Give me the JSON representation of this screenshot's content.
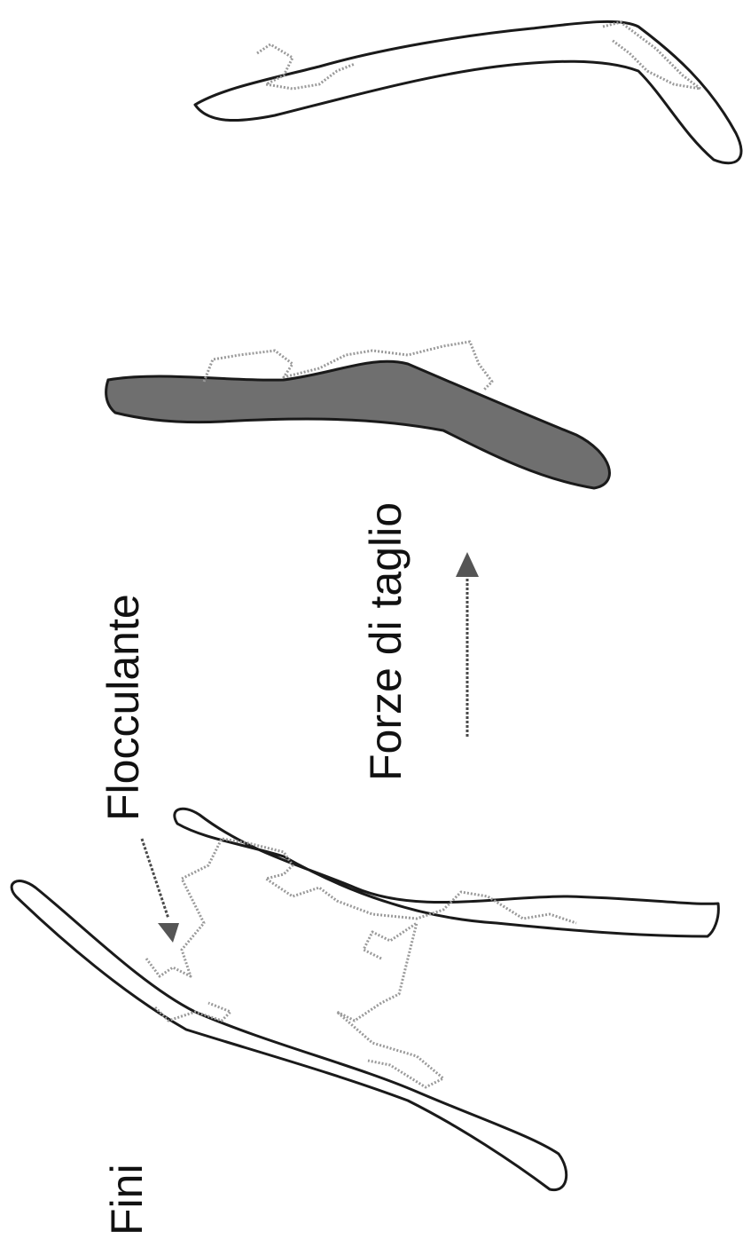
{
  "labels": {
    "fines": "Fini",
    "flocculant": "Flocculante",
    "shear_forces": "Forze di taglio"
  },
  "colors": {
    "background": "#ffffff",
    "fiber_outline": "#1a1a1a",
    "flocculant_strand": "#9a9a9a",
    "compressed_fiber_fill": "#6f6f6f"
  }
}
